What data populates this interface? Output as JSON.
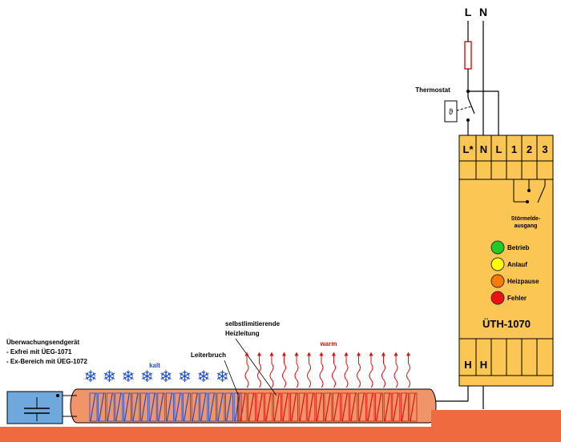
{
  "power": {
    "l_label": "L",
    "n_label": "N"
  },
  "thermostat": {
    "label": "Thermostat",
    "symbol": "ϑ"
  },
  "device": {
    "name": "ÜTH-1070",
    "top_terminals": [
      "L*",
      "N",
      "L",
      "1",
      "2",
      "3"
    ],
    "bottom_terminals": [
      "H",
      "H",
      "",
      "",
      "",
      ""
    ],
    "fault_output_label_1": "Störmelde-",
    "fault_output_label_2": "ausgang",
    "leds": [
      {
        "label": "Betrieb",
        "color": "#22cc22"
      },
      {
        "label": "Anlauf",
        "color": "#ffff00"
      },
      {
        "label": "Heizpause",
        "color": "#ff7a00"
      },
      {
        "label": "Fehler",
        "color": "#ee1111"
      }
    ]
  },
  "monitor": {
    "line1": "Überwachungsendgerät",
    "line2": "- Exfrei mit ÜEG-1071",
    "line3": "- Ex-Bereich mit ÜEG-1072"
  },
  "cable": {
    "label_1": "selbstlimitierende",
    "label_2": "Heizleitung",
    "break_label": "Leiterbruch",
    "cold_label": "kalt",
    "warm_label": "warm",
    "snowflake": "❄"
  },
  "colors": {
    "device_fill": "#fcc654",
    "cable_fill": "#f0956a",
    "bottom_band": "#ef6a3e",
    "cold_coil": "#1f4fcf",
    "warm_coil": "#e01010",
    "fuse": "#cc0000"
  }
}
